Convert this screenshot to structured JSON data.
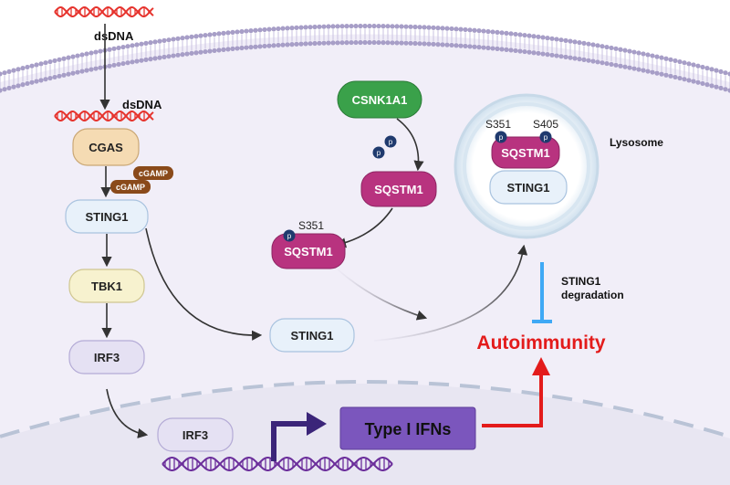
{
  "labels": {
    "dsdna_top": "dsDNA",
    "dsdna_mid": "dsDNA",
    "cgas": "CGAS",
    "cgamp_1": "cGAMP",
    "cgamp_2": "cGAMP",
    "sting1_left": "STING1",
    "tbk1": "TBK1",
    "irf3": "IRF3",
    "irf3_nucleus": "IRF3",
    "csnk1a1": "CSNK1A1",
    "p": "p",
    "sqstm1_mid": "SQSTM1",
    "s351_left": "S351",
    "sqstm1_left": "SQSTM1",
    "sting1_center": "STING1",
    "s351_lyso": "S351",
    "s405_lyso": "S405",
    "sqstm1_lyso": "SQSTM1",
    "sting1_lyso": "STING1",
    "lysosome": "Lysosome",
    "degradation_1": "STING1",
    "degradation_2": "degradation",
    "autoimmunity": "Autoimmunity",
    "type1_ifns": "Type I IFNs"
  },
  "colors": {
    "cell_bg": "#f1eef8",
    "membrane_head": "#a79ec7",
    "nucleus_bg": "#e8e6f2",
    "dna_red": "#e6342e",
    "dna_purple": "#6b2e9b",
    "cgas_fill": "#f5dbb3",
    "sting_fill": "#e8f1fa",
    "tbk1_fill": "#f7f2cf",
    "irf3_fill": "#e5e1f3",
    "csnk_fill": "#3aa14a",
    "sqstm_fill": "#b8337f",
    "phos_fill": "#1f3a6e",
    "cgamp_fill": "#8a4a1a",
    "ifn_fill": "#7b56bd",
    "auto_red": "#e31b1b",
    "inhibit_blue": "#3fa9f5"
  }
}
